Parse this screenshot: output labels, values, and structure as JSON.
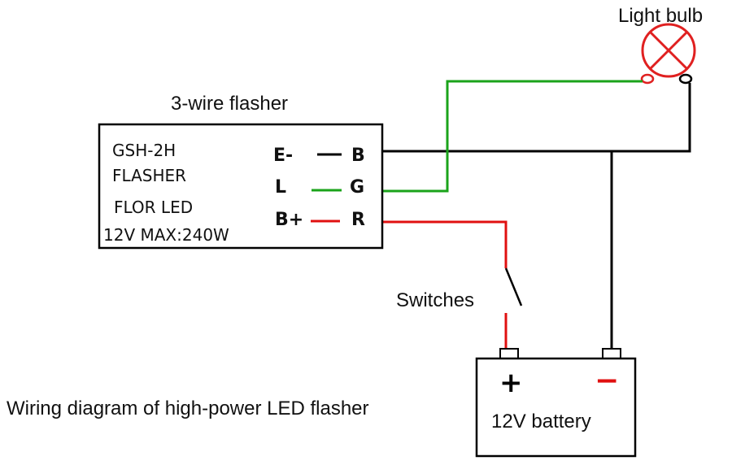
{
  "labels": {
    "light_bulb": "Light bulb",
    "flasher_caption": "3-wire flasher",
    "switches": "Switches",
    "diagram_title": "Wiring diagram of high-power LED flasher"
  },
  "flasher": {
    "model": "GSH-2H",
    "line2": "FLASHER",
    "line3": "FLOR LED",
    "rating": "12V MAX:240W",
    "terminals": [
      {
        "left": "E-",
        "right": "B"
      },
      {
        "left": "L",
        "right": "G"
      },
      {
        "left": "B+",
        "right": "R"
      }
    ]
  },
  "battery": {
    "label": "12V battery",
    "plus": "+",
    "minus": "−"
  },
  "colors": {
    "black_wire": "#000000",
    "green_wire": "#1aa31a",
    "red_wire": "#e01010",
    "bulb_red": "#e02020"
  }
}
